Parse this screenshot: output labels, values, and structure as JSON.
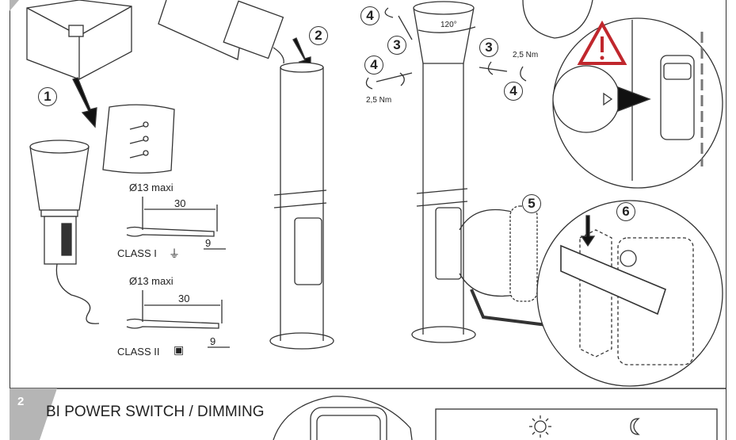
{
  "steps": {
    "s1": "1",
    "s2": "2",
    "s3a": "3",
    "s3b": "3",
    "s4a": "4",
    "s4b": "4",
    "s4c": "4",
    "s5": "5",
    "s6": "6"
  },
  "torque": {
    "left": "2,5 Nm",
    "right": "2,5 Nm"
  },
  "angle": "120°",
  "class1": {
    "diameter": "Ø13 maxi",
    "strip_long": "30",
    "strip_short": "9",
    "label": "CLASS I",
    "symbol": "⏚"
  },
  "class2": {
    "diameter": "Ø13 maxi",
    "strip_long": "30",
    "strip_short": "9",
    "label": "CLASS II",
    "symbol": "▣"
  },
  "section2": {
    "number": "2",
    "title": "BI POWER SWITCH / DIMMING"
  },
  "icons": {
    "day": "sun-icon",
    "night": "moon-icon"
  },
  "colors": {
    "warning": "#c0272d",
    "section_badge": "#b5b5b5",
    "line": "#333333"
  }
}
